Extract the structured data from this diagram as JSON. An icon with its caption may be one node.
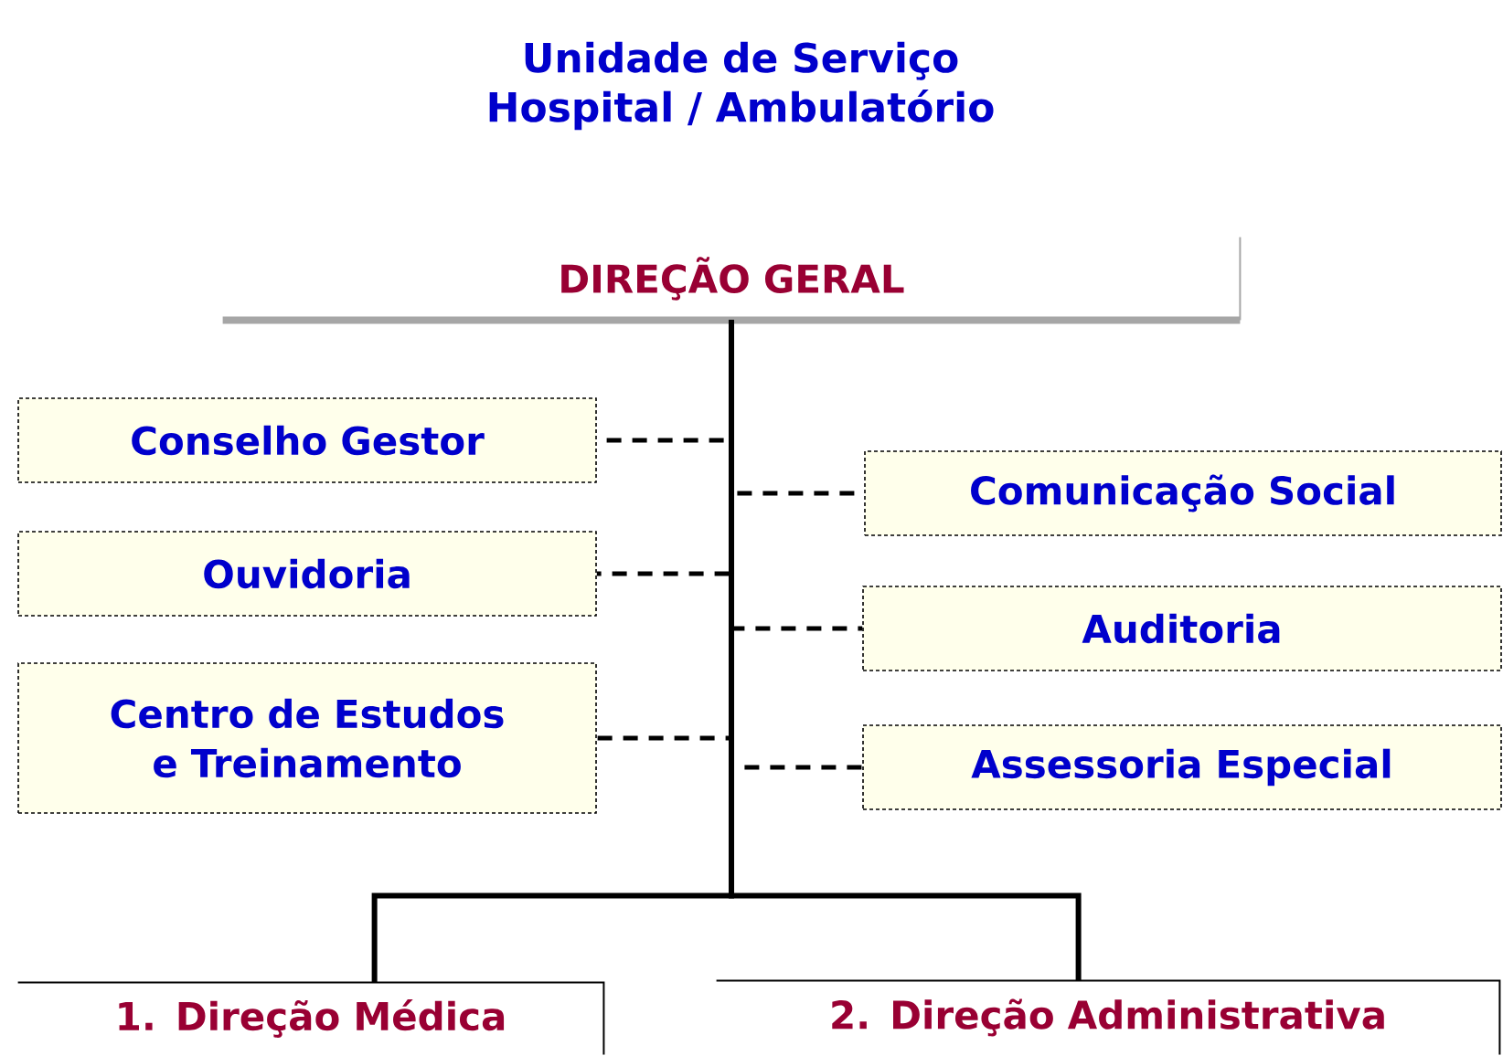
{
  "diagram": {
    "title": "Unidade de Serviço Hospital / Ambulatório",
    "nodes": [
      {
        "text": [
          "DIREÇÃO GERAL"
        ]
      },
      {
        "text": [
          "Conselho Gestor"
        ]
      },
      {
        "text": [
          "Ouvidoria"
        ]
      },
      {
        "text": [
          "Centro de Estudos e Treinamento"
        ]
      },
      {
        "text": [
          "Comunicação Social"
        ]
      },
      {
        "text": [
          "Auditoria"
        ]
      },
      {
        "text": [
          "Assessoria Especial"
        ]
      },
      {
        "text": [
          "1. Direção Médica"
        ]
      },
      {
        "text": [
          "2. Direção Administrativa"
        ]
      }
    ],
    "edges": [
      {
        "from": 0,
        "to": 1,
        "arrow": "none",
        "style": "dashed"
      },
      {
        "from": 0,
        "to": 2,
        "arrow": "none",
        "style": "dashed"
      },
      {
        "from": 0,
        "to": 3,
        "arrow": "none",
        "style": "dashed"
      },
      {
        "from": 0,
        "to": 4,
        "arrow": "none",
        "style": "dashed"
      },
      {
        "from": 0,
        "to": 5,
        "arrow": "none",
        "style": "dashed"
      },
      {
        "from": 0,
        "to": 6,
        "arrow": "none",
        "style": "dashed"
      },
      {
        "from": 0,
        "to": 7,
        "arrow": "none"
      },
      {
        "from": 0,
        "to": 8,
        "arrow": "none"
      }
    ]
  }
}
